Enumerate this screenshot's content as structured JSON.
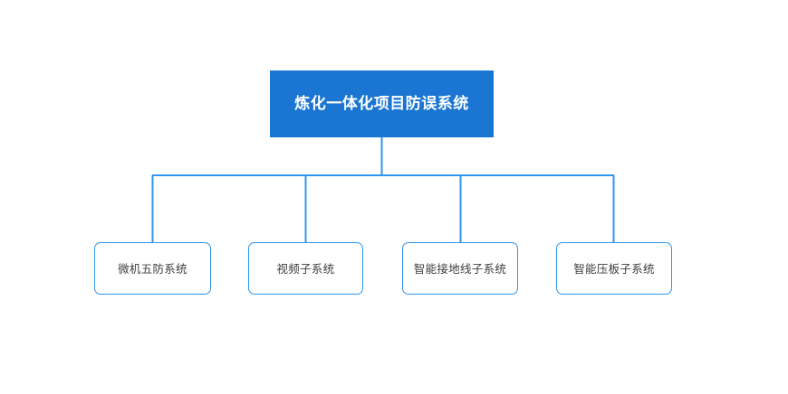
{
  "diagram": {
    "type": "organizational-tree",
    "orientation": "top-down",
    "background_color": "#ffffff",
    "root": {
      "label": "炼化一体化项目防误系统",
      "fill_color": "#1a76d2",
      "text_color": "#ffffff"
    },
    "children": [
      {
        "label": "微机五防系统",
        "fill_color": "#ffffff",
        "border_color": "#2f96f0",
        "text_color": "#3c3c3c"
      },
      {
        "label": "视频子系统",
        "fill_color": "#ffffff",
        "border_color": "#2f96f0",
        "text_color": "#3c3c3c"
      },
      {
        "label": "智能接地线子系统",
        "fill_color": "#ffffff",
        "border_color": "#2f96f0",
        "text_color": "#3c3c3c"
      },
      {
        "label": "智能压板子系统",
        "fill_color": "#ffffff",
        "border_color": "#2f96f0",
        "text_color": "#3c3c3c"
      }
    ],
    "connectors": {
      "line_color": "#2f96f0",
      "line_width": 2,
      "style": "orthogonal-elbow"
    }
  }
}
